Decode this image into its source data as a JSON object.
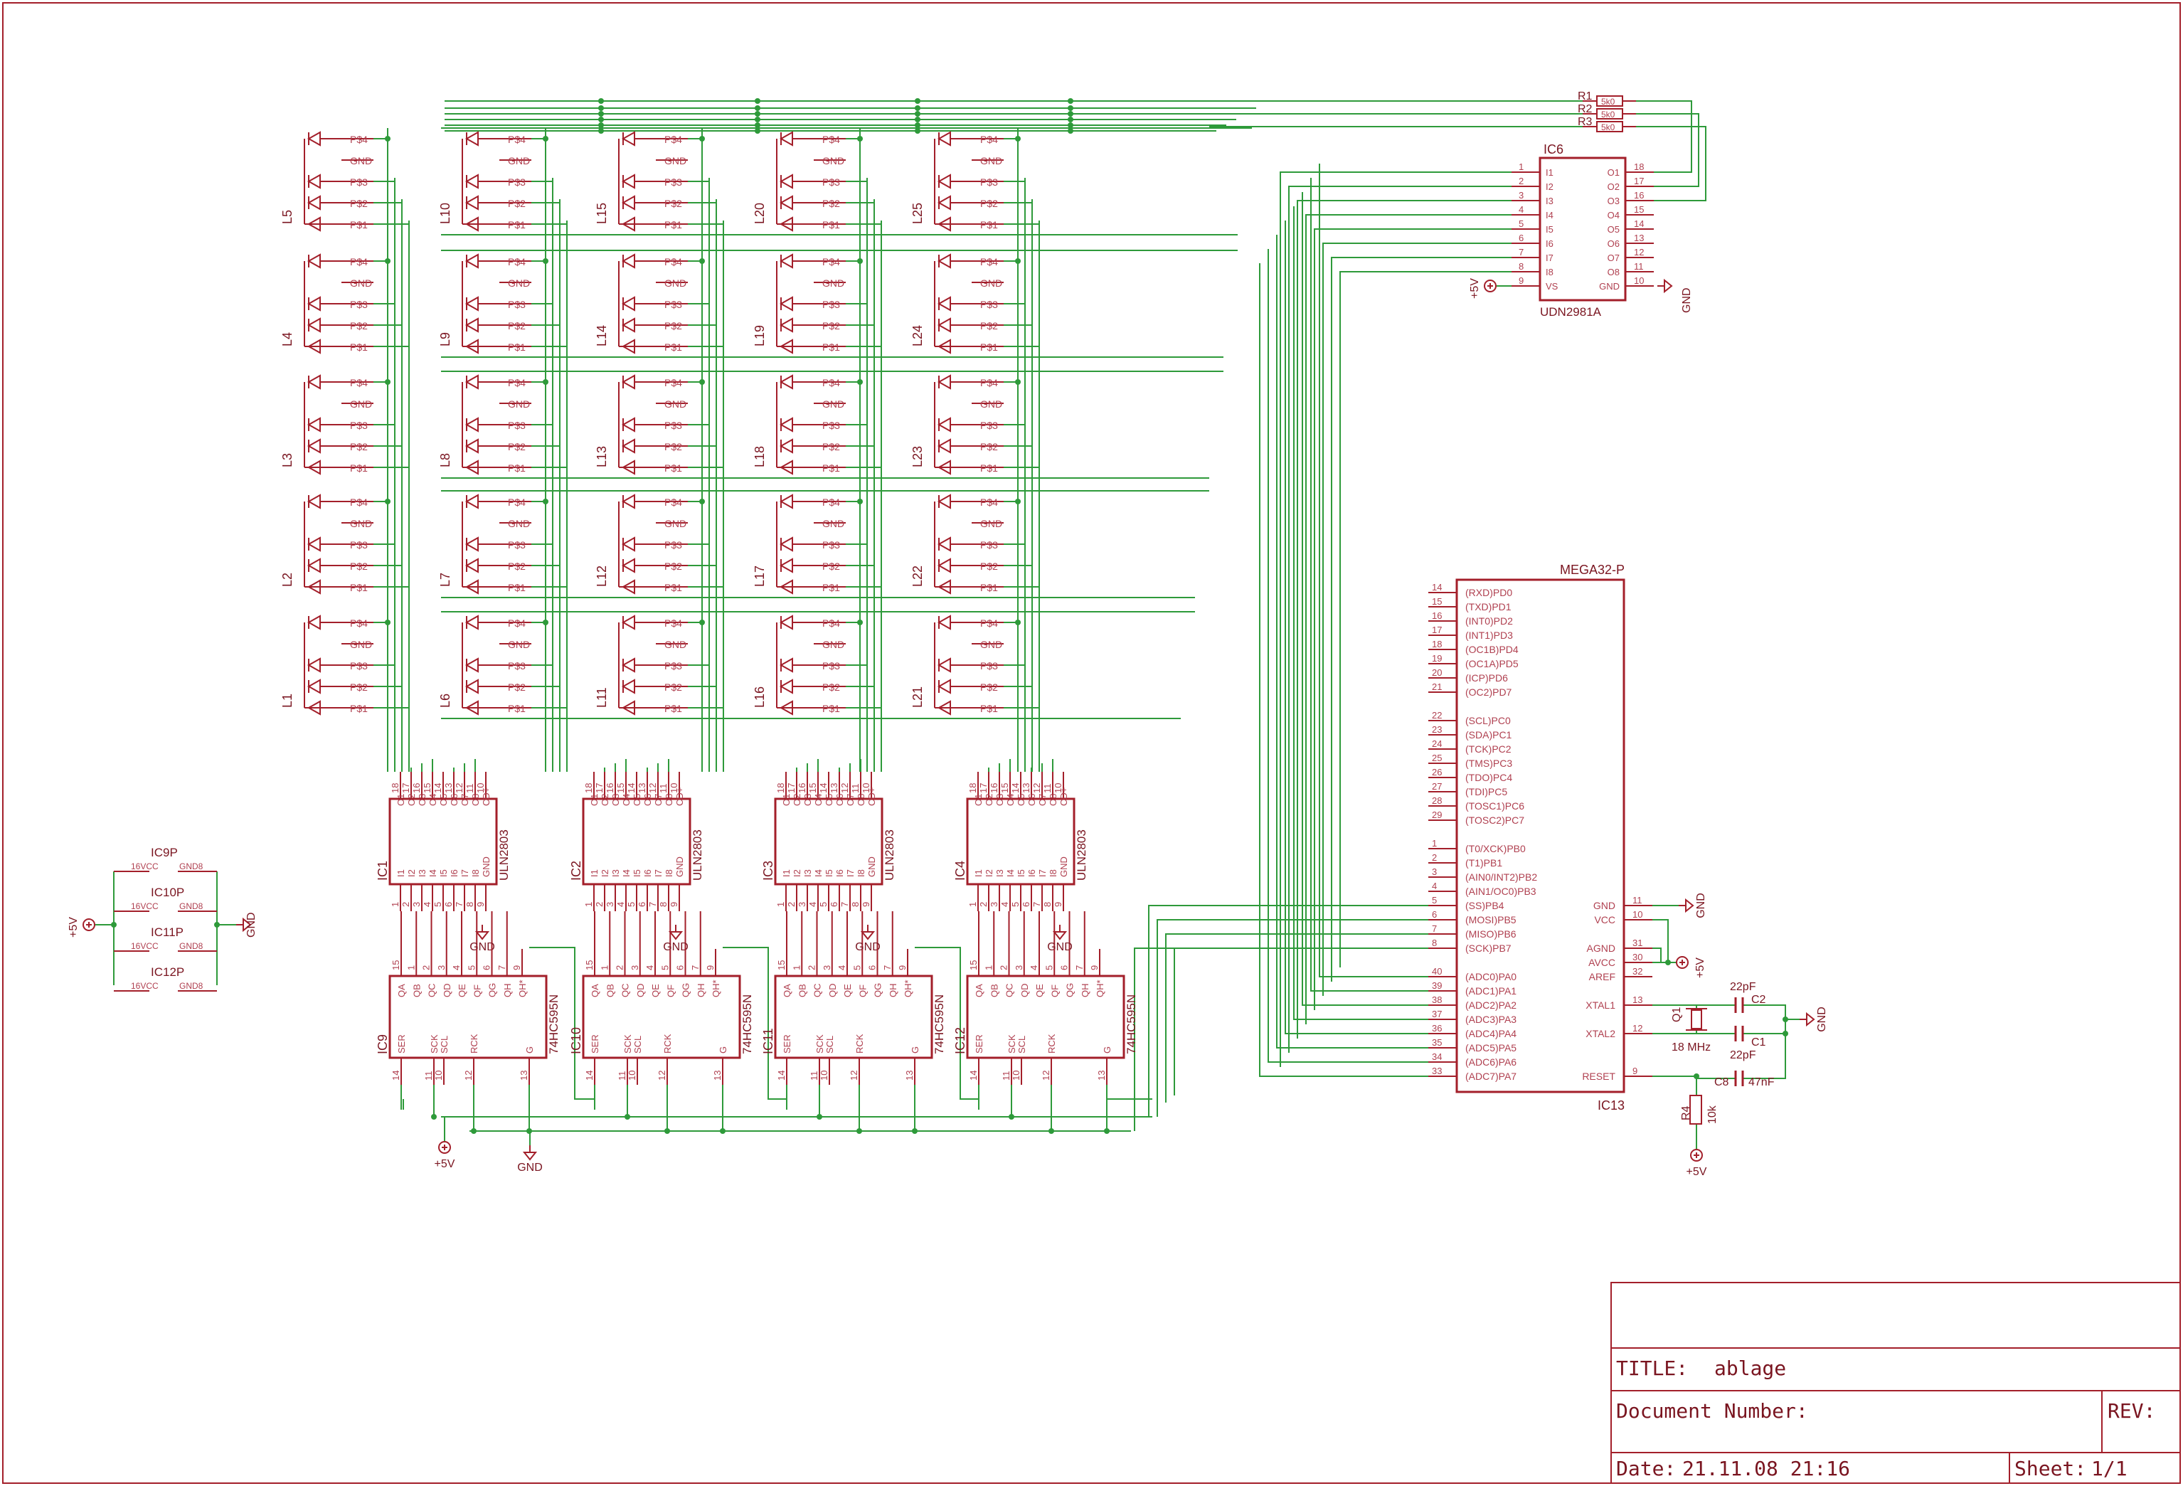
{
  "colors": {
    "component": "#a31f2a",
    "wire": "#2e9a3a",
    "label": "#7a1520",
    "pad": "#b04050",
    "frame": "#a31f2a"
  },
  "led_columns": [
    [
      "L5",
      "L4",
      "L3",
      "L2",
      "L1"
    ],
    [
      "L10",
      "L9",
      "L8",
      "L7",
      "L6"
    ],
    [
      "L15",
      "L14",
      "L13",
      "L12",
      "L11"
    ],
    [
      "L20",
      "L19",
      "L18",
      "L17",
      "L16"
    ],
    [
      "L25",
      "L24",
      "L23",
      "L22",
      "L21"
    ]
  ],
  "led_pins": [
    "P$4",
    "GND",
    "P$3",
    "P$2",
    "P$1"
  ],
  "uln": {
    "names": [
      "IC1",
      "IC2",
      "IC3",
      "IC4"
    ],
    "type": "ULN2803",
    "top_pins": [
      "O1",
      "O2",
      "O3",
      "O4",
      "O5",
      "O6",
      "O7",
      "O8",
      "CD+"
    ],
    "bottom_pins": [
      "I1",
      "I2",
      "I3",
      "I4",
      "I5",
      "I6",
      "I7",
      "I8",
      "GND"
    ],
    "top_nums": [
      "18",
      "17",
      "16",
      "15",
      "14",
      "13",
      "12",
      "11",
      "10"
    ],
    "bottom_nums": [
      "1",
      "2",
      "3",
      "4",
      "5",
      "6",
      "7",
      "8",
      "9"
    ]
  },
  "hc595": {
    "names": [
      "IC9",
      "IC10",
      "IC11",
      "IC12"
    ],
    "type": "74HC595N",
    "top_pins": [
      "QA",
      "QB",
      "QC",
      "QD",
      "QE",
      "QF",
      "QG",
      "QH",
      "QH*"
    ],
    "top_nums": [
      "15",
      "1",
      "2",
      "3",
      "4",
      "5",
      "6",
      "7",
      "9"
    ],
    "bottom_pins": [
      "SER",
      "SCK",
      "SCL",
      "RCK",
      "G"
    ],
    "bottom_nums": [
      "14",
      "11",
      "10",
      "12",
      "13"
    ]
  },
  "udn": {
    "name": "IC6",
    "type": "UDN2981A",
    "left_pins": [
      "I1",
      "I2",
      "I3",
      "I4",
      "I5",
      "I6",
      "I7",
      "I8",
      "VS"
    ],
    "left_nums": [
      "1",
      "2",
      "3",
      "4",
      "5",
      "6",
      "7",
      "8",
      "9"
    ],
    "right_pins": [
      "O1",
      "O2",
      "O3",
      "O4",
      "O5",
      "O6",
      "O7",
      "O8",
      "GND"
    ],
    "right_nums": [
      "18",
      "17",
      "16",
      "15",
      "14",
      "13",
      "12",
      "11",
      "10"
    ]
  },
  "resistors": {
    "names": [
      "R1",
      "R2",
      "R3"
    ],
    "values": [
      "5k0",
      "5k0",
      "5k0"
    ]
  },
  "mega": {
    "name": "IC13",
    "type": "MEGA32-P",
    "left_groups": [
      {
        "nums": [
          "14",
          "15",
          "16",
          "17",
          "18",
          "19",
          "20",
          "21"
        ],
        "pins": [
          "(RXD)PD0",
          "(TXD)PD1",
          "(INT0)PD2",
          "(INT1)PD3",
          "(OC1B)PD4",
          "(OC1A)PD5",
          "(ICP)PD6",
          "(OC2)PD7"
        ]
      },
      {
        "nums": [
          "22",
          "23",
          "24",
          "25",
          "26",
          "27",
          "28",
          "29"
        ],
        "pins": [
          "(SCL)PC0",
          "(SDA)PC1",
          "(TCK)PC2",
          "(TMS)PC3",
          "(TDO)PC4",
          "(TDI)PC5",
          "(TOSC1)PC6",
          "(TOSC2)PC7"
        ]
      },
      {
        "nums": [
          "1",
          "2",
          "3",
          "4",
          "5",
          "6",
          "7",
          "8"
        ],
        "pins": [
          "(T0/XCK)PB0",
          "(T1)PB1",
          "(AIN0/INT2)PB2",
          "(AIN1/OC0)PB3",
          "(SS)PB4",
          "(MOSI)PB5",
          "(MISO)PB6",
          "(SCK)PB7"
        ]
      },
      {
        "nums": [
          "40",
          "39",
          "38",
          "37",
          "36",
          "35",
          "34",
          "33"
        ],
        "pins": [
          "(ADC0)PA0",
          "(ADC1)PA1",
          "(ADC2)PA2",
          "(ADC3)PA3",
          "(ADC4)PA4",
          "(ADC5)PA5",
          "(ADC6)PA6",
          "(ADC7)PA7"
        ]
      }
    ],
    "right_pins": [
      {
        "num": "11",
        "pin": "GND"
      },
      {
        "num": "10",
        "pin": "VCC"
      },
      {
        "num": "31",
        "pin": "AGND"
      },
      {
        "num": "30",
        "pin": "AVCC"
      },
      {
        "num": "32",
        "pin": "AREF"
      },
      {
        "num": "13",
        "pin": "XTAL1"
      },
      {
        "num": "12",
        "pin": "XTAL2"
      },
      {
        "num": "9",
        "pin": "RESET"
      }
    ]
  },
  "passives": {
    "c2": "C2",
    "c2_value": "22pF",
    "c1": "C1",
    "c1_value": "22pF",
    "c8": "C8",
    "c8_value": "47nF",
    "q1": "Q1",
    "q1_value": "18 MHz",
    "r4": "R4",
    "r4_value": "10k"
  },
  "power_block": {
    "names": [
      "IC9P",
      "IC10P",
      "IC11P",
      "IC12P"
    ],
    "vcc_pin": "VCC",
    "gnd_pin": "GND",
    "vcc_num": "16",
    "gnd_num": "8"
  },
  "supply": {
    "plus5v": "+5V",
    "gnd": "GND"
  },
  "title_block": {
    "title_label": "TITLE:",
    "title_value": "ablage",
    "doc_label": "Document Number:",
    "rev_label": "REV:",
    "date_label": "Date:",
    "date_value": "21.11.08 21:16",
    "sheet_label": "Sheet:",
    "sheet_value": "1/1"
  }
}
